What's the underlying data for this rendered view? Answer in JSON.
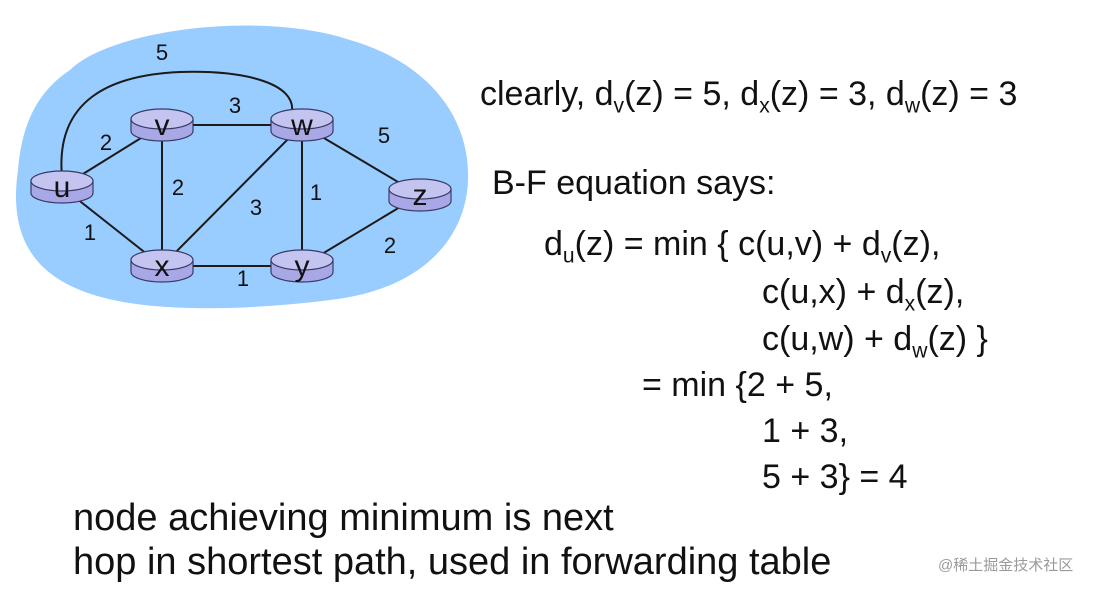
{
  "graph": {
    "nodes": [
      {
        "id": "u",
        "label": "u"
      },
      {
        "id": "v",
        "label": "v"
      },
      {
        "id": "w",
        "label": "w"
      },
      {
        "id": "x",
        "label": "x"
      },
      {
        "id": "y",
        "label": "y"
      },
      {
        "id": "z",
        "label": "z"
      }
    ],
    "edges": [
      {
        "from": "u",
        "to": "w",
        "cost": "5"
      },
      {
        "from": "u",
        "to": "v",
        "cost": "2"
      },
      {
        "from": "u",
        "to": "x",
        "cost": "1"
      },
      {
        "from": "v",
        "to": "w",
        "cost": "3"
      },
      {
        "from": "v",
        "to": "x",
        "cost": "2"
      },
      {
        "from": "x",
        "to": "w",
        "cost": "3"
      },
      {
        "from": "w",
        "to": "y",
        "cost": "1"
      },
      {
        "from": "x",
        "to": "y",
        "cost": "1"
      },
      {
        "from": "w",
        "to": "z",
        "cost": "5"
      },
      {
        "from": "y",
        "to": "z",
        "cost": "2"
      }
    ],
    "colors": {
      "cloud": "#99ccff",
      "router_fill": "#a8a8e6",
      "router_stroke": "#3a3a66"
    }
  },
  "text": {
    "clearly_prefix": "clearly, d",
    "dv_sub": "v",
    "dv_rest": "(z) = 5, d",
    "dx_sub": "x",
    "dx_rest": "(z) = 3, d",
    "dw_sub": "w",
    "dw_rest": "(z) = 3",
    "bf_header": "B-F equation says:",
    "line1_a": "d",
    "line1_u": "u",
    "line1_b": "(z) = min { c(u,v) + d",
    "line1_v": "v",
    "line1_c": "(z),",
    "line2_a": "c(u,x) + d",
    "line2_x": "x",
    "line2_b": "(z),",
    "line3_a": "c(u,w) + d",
    "line3_w": "w",
    "line3_b": "(z) }",
    "line4": "= min {2 + 5,",
    "line5": "1 + 3,",
    "line6": "5 + 3}  = 4",
    "footer1": "node achieving minimum is next",
    "footer2": "hop in shortest path, used in forwarding table",
    "watermark": "@稀土掘金技术社区"
  }
}
